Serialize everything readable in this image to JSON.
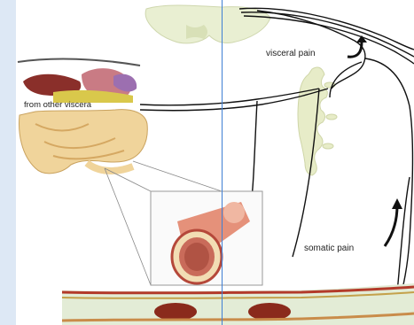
{
  "labels": {
    "visceral_pain": "visceral pain",
    "somatic_pain": "somatic pain",
    "from_other_viscera": "from other viscera"
  },
  "colors": {
    "page_border": "#dde8f5",
    "guide_line": "#3f7fd4",
    "spinal_cord": "#e9efd2",
    "ganglion_chain": "#e7ecc8",
    "nerve": "#111111",
    "stomach": "#c97b84",
    "liver": "#8a2f2a",
    "colon": "#f0d49b",
    "muscle_band": "#b33a2a",
    "gut_wall": "#e5917a"
  }
}
